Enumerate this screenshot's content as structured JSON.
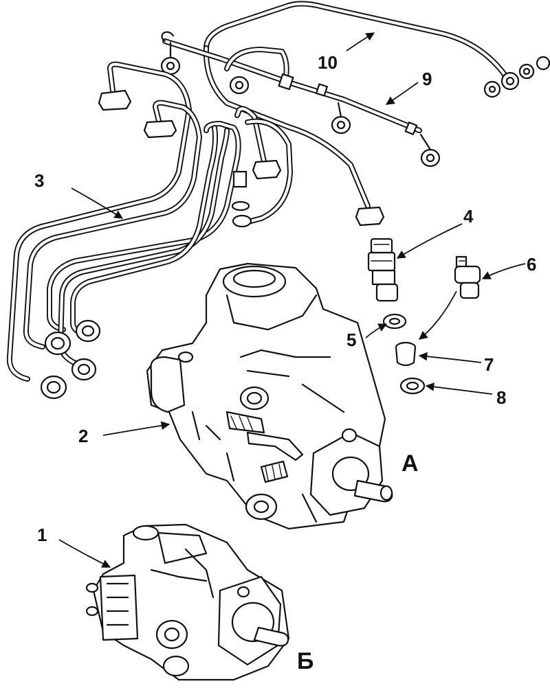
{
  "callouts": {
    "c1": "1",
    "c2": "2",
    "c3": "3",
    "c4": "4",
    "c5": "5",
    "c6": "6",
    "c7": "7",
    "c8": "8",
    "c9": "9",
    "c10": "10"
  },
  "views": {
    "a": "А",
    "b": "Б"
  }
}
